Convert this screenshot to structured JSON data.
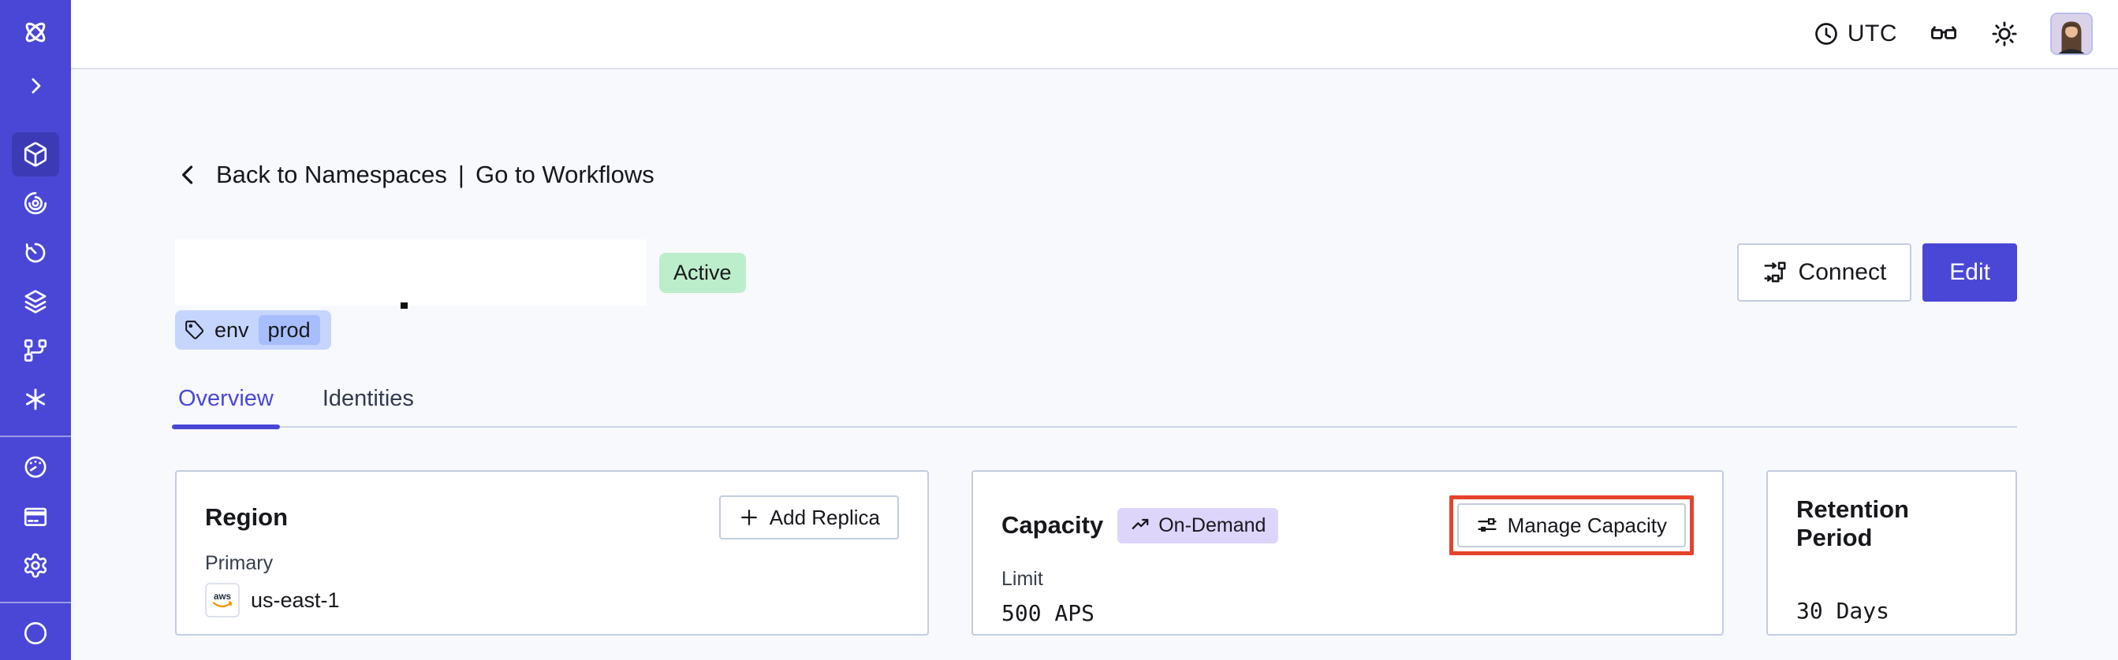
{
  "colors": {
    "sidebar": "#4a47d6",
    "sidebar-active": "#3d3ab5",
    "accent": "#4a47d6",
    "page-bg": "#f8f9fc",
    "card-border": "#c2cce0",
    "btn-border": "#c3cdde",
    "green-bg": "#bdeecb",
    "lavender-bg": "#ded5fb",
    "tag-bg": "#c6d5fe",
    "tag-chip": "#a8befc",
    "annotation-red": "#e5432c",
    "ink": "#17181c",
    "muted": "#363e4a",
    "line": "#ccd5e3",
    "topbar-border": "#dde1ea",
    "tab-ink": "#323b4d"
  },
  "topbar": {
    "timezone": "UTC",
    "icons": [
      "clock-icon",
      "glasses-icon",
      "brightness-icon",
      "avatar"
    ]
  },
  "sidebar": {
    "icons": [
      "temporal-logo",
      "expand-chevron",
      "namespaces-cube",
      "workflows-spiral",
      "schedules-timer",
      "layers",
      "deployments-branch",
      "nexus-asterisk",
      "usage-gauge",
      "billing-card",
      "settings-gear",
      "support-circle"
    ]
  },
  "breadcrumb": {
    "back": "Back to Namespaces",
    "separator": "|",
    "go": "Go to Workflows"
  },
  "header": {
    "status": "Active",
    "tag": {
      "key": "env",
      "value": "prod"
    },
    "connect_label": "Connect",
    "edit_label": "Edit"
  },
  "tabs": {
    "overview": "Overview",
    "identities": "Identities"
  },
  "cards": {
    "region": {
      "title": "Region",
      "add_replica_label": "Add Replica",
      "label": "Primary",
      "provider": "aws",
      "value": "us-east-1"
    },
    "capacity": {
      "title": "Capacity",
      "badge": "On-Demand",
      "manage_label": "Manage Capacity",
      "label": "Limit",
      "value": "500 APS"
    },
    "retention": {
      "title": "Retention Period",
      "value": "30 Days"
    }
  }
}
